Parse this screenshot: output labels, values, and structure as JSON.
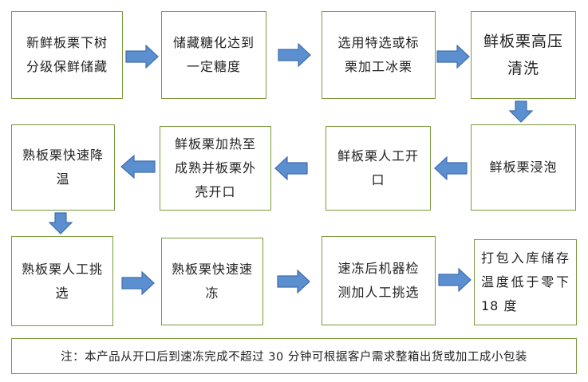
{
  "steps": {
    "s1": "新鲜板栗下树分级保鲜储藏",
    "s2": "储藏糖化达到一定糖度",
    "s3": "选用特选或标栗加工冰栗",
    "s4": "鲜板栗高压清洗",
    "s5": "鲜板栗浸泡",
    "s6": "鲜板栗人工开口",
    "s7": "鲜板栗加热至成熟并板栗外壳开口",
    "s8": "熟板栗快速降温",
    "s9": "熟板栗人工挑选",
    "s10": "熟板栗快速速冻",
    "s11": "速冻后机器检测加人工挑选",
    "s12": "打包入库储存温度低于零下 18 度"
  },
  "note": "注：本产品从开口后到速冻完成不超过 30 分钟可根据客户需求整箱出货或加工成小包装",
  "colors": {
    "box_border": "#7a9a3c",
    "arrow_fill": "#5b8fd0",
    "arrow_stroke": "#3f6fae"
  }
}
